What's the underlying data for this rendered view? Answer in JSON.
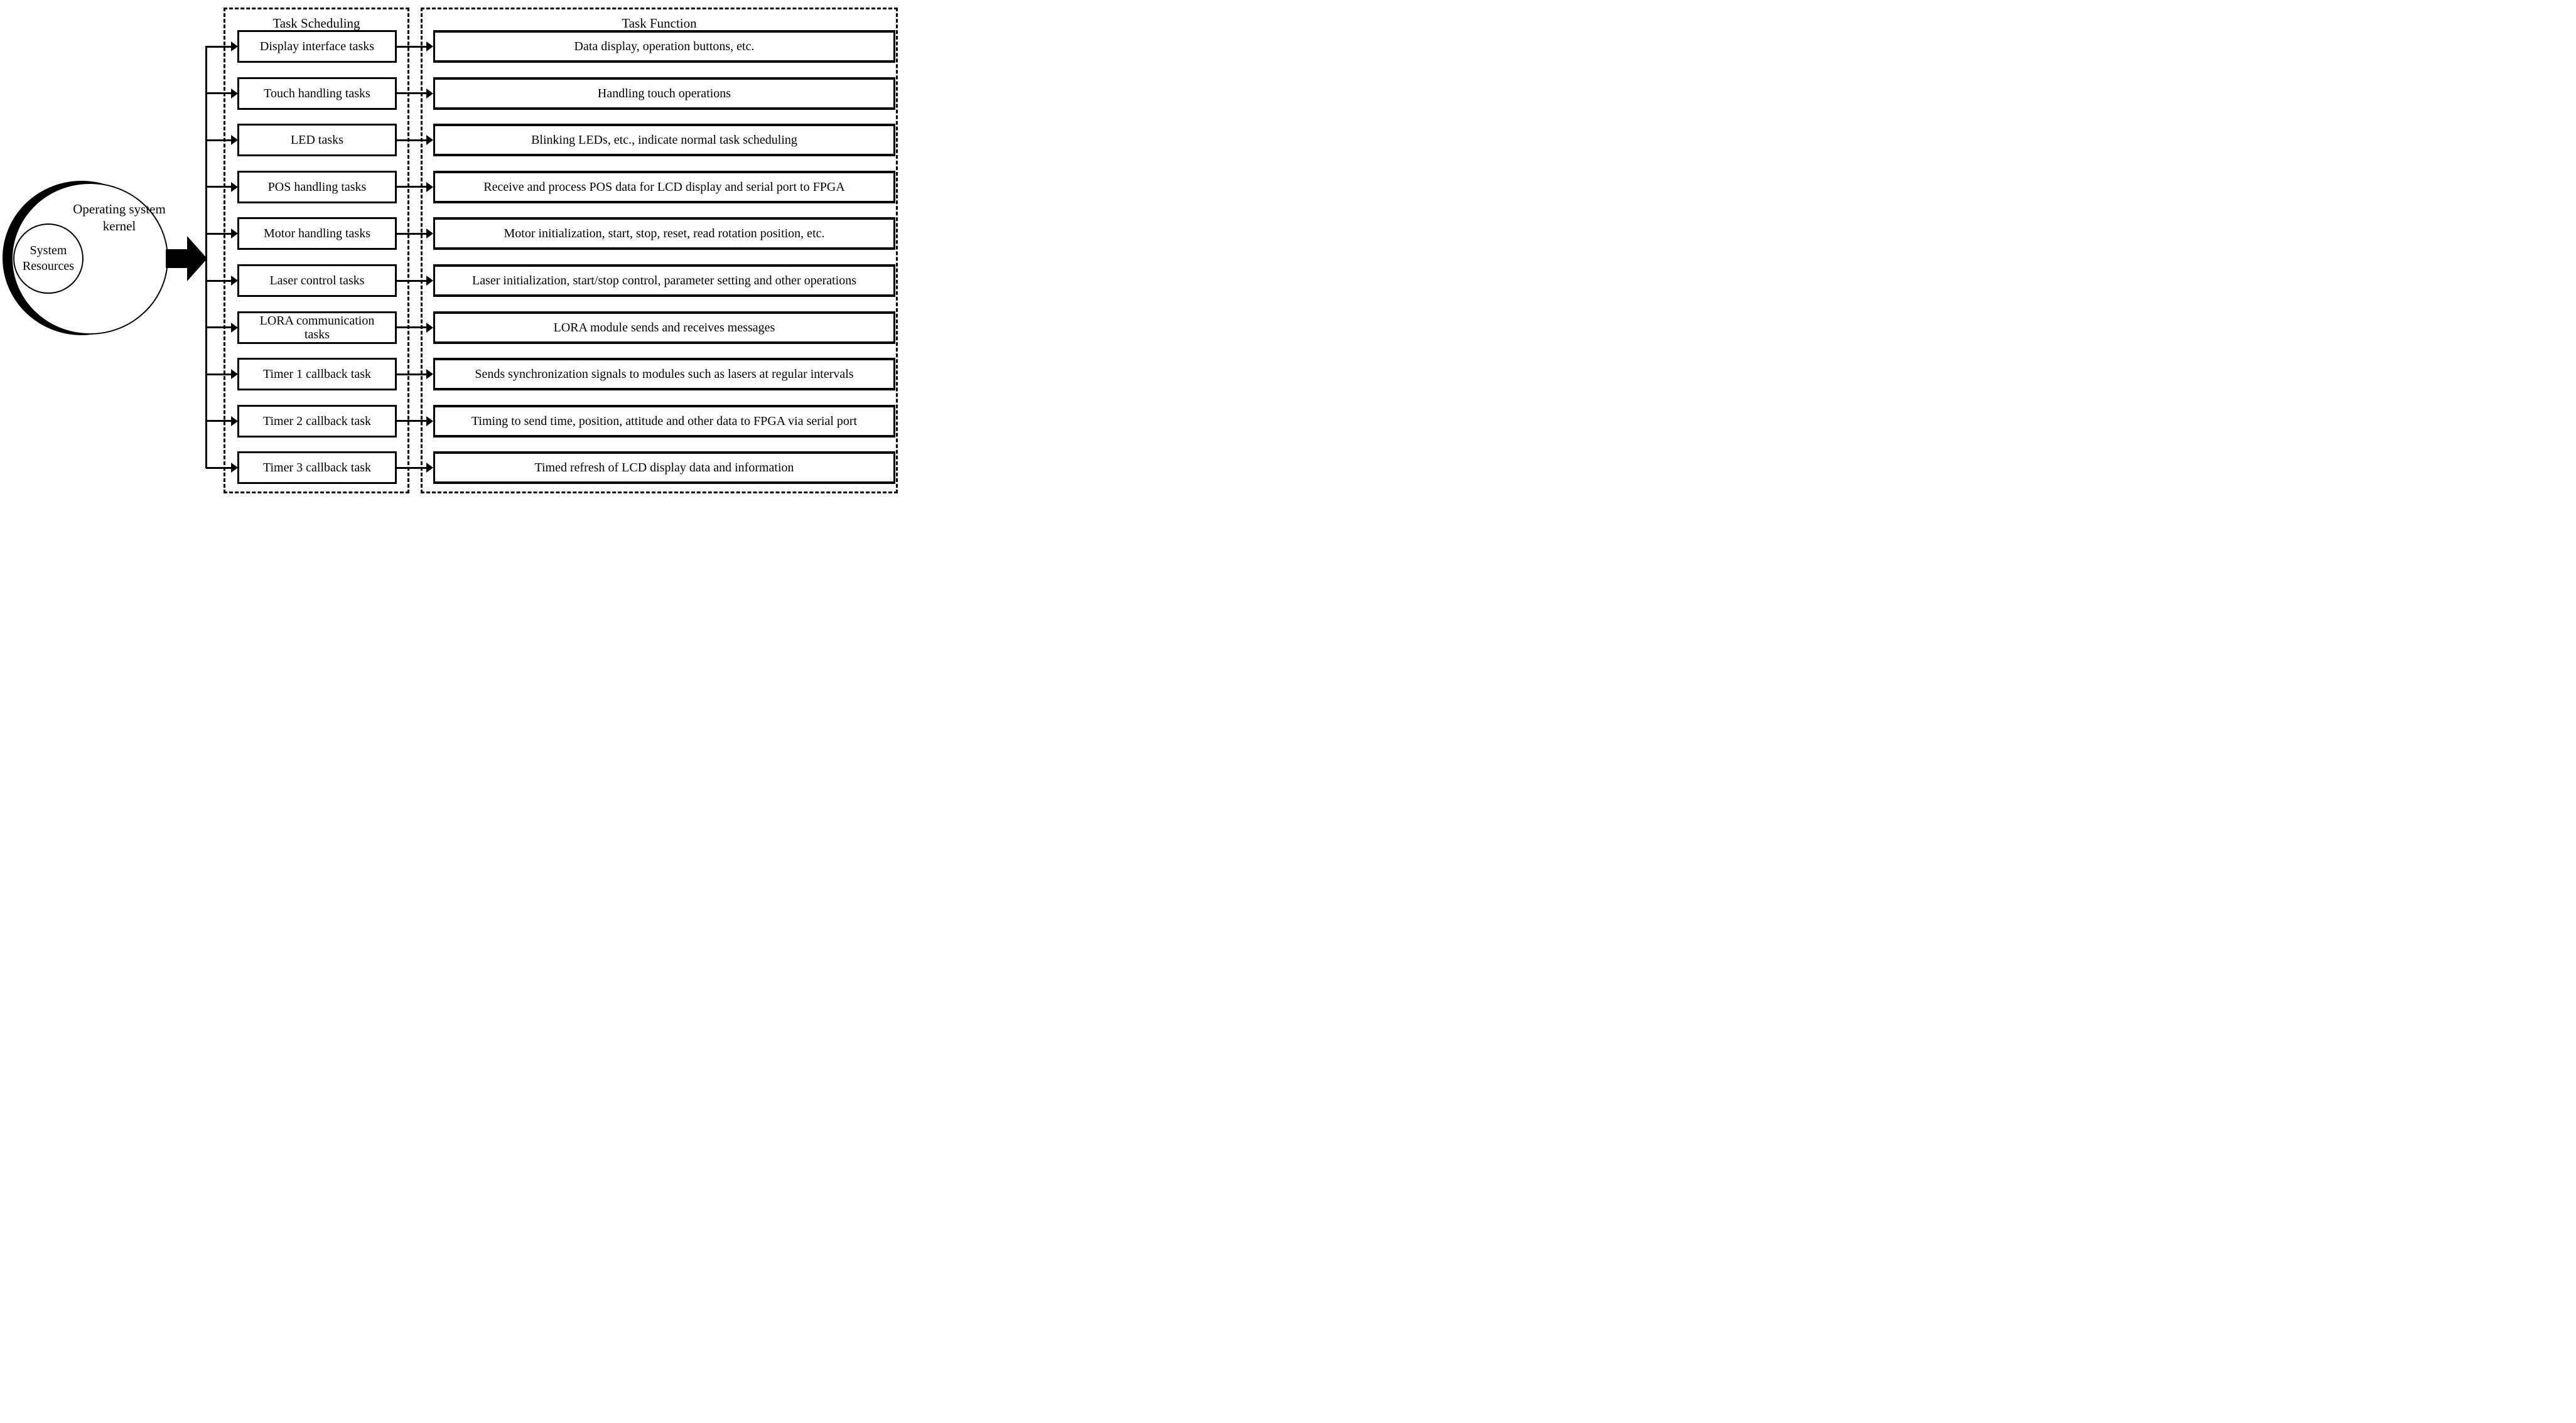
{
  "colors": {
    "ink": "#000000",
    "background": "#ffffff"
  },
  "diagram": {
    "kernel_label": "Operating system kernel",
    "resources_label": "System Resources",
    "scheduling_title": "Task Scheduling",
    "function_title": "Task Function",
    "rows": [
      {
        "task": "Display interface tasks",
        "function": "Data display, operation buttons, etc."
      },
      {
        "task": "Touch handling tasks",
        "function": "Handling touch operations"
      },
      {
        "task": "LED tasks",
        "function": "Blinking LEDs, etc., indicate normal task scheduling"
      },
      {
        "task": "POS handling tasks",
        "function": "Receive and process POS data for LCD display and serial port to FPGA"
      },
      {
        "task": "Motor handling tasks",
        "function": "Motor initialization, start, stop, reset, read rotation position, etc."
      },
      {
        "task": "Laser control tasks",
        "function": "Laser initialization, start/stop control, parameter setting and other operations"
      },
      {
        "task": "LORA communication tasks",
        "function": "LORA module sends and receives messages"
      },
      {
        "task": "Timer 1 callback task",
        "function": "Sends synchronization signals to modules such as lasers at regular intervals"
      },
      {
        "task": "Timer 2 callback task",
        "function": "Timing to send time, position, attitude and other data to FPGA via serial port"
      },
      {
        "task": "Timer 3 callback task",
        "function": "Timed refresh of LCD display data and information"
      }
    ]
  }
}
